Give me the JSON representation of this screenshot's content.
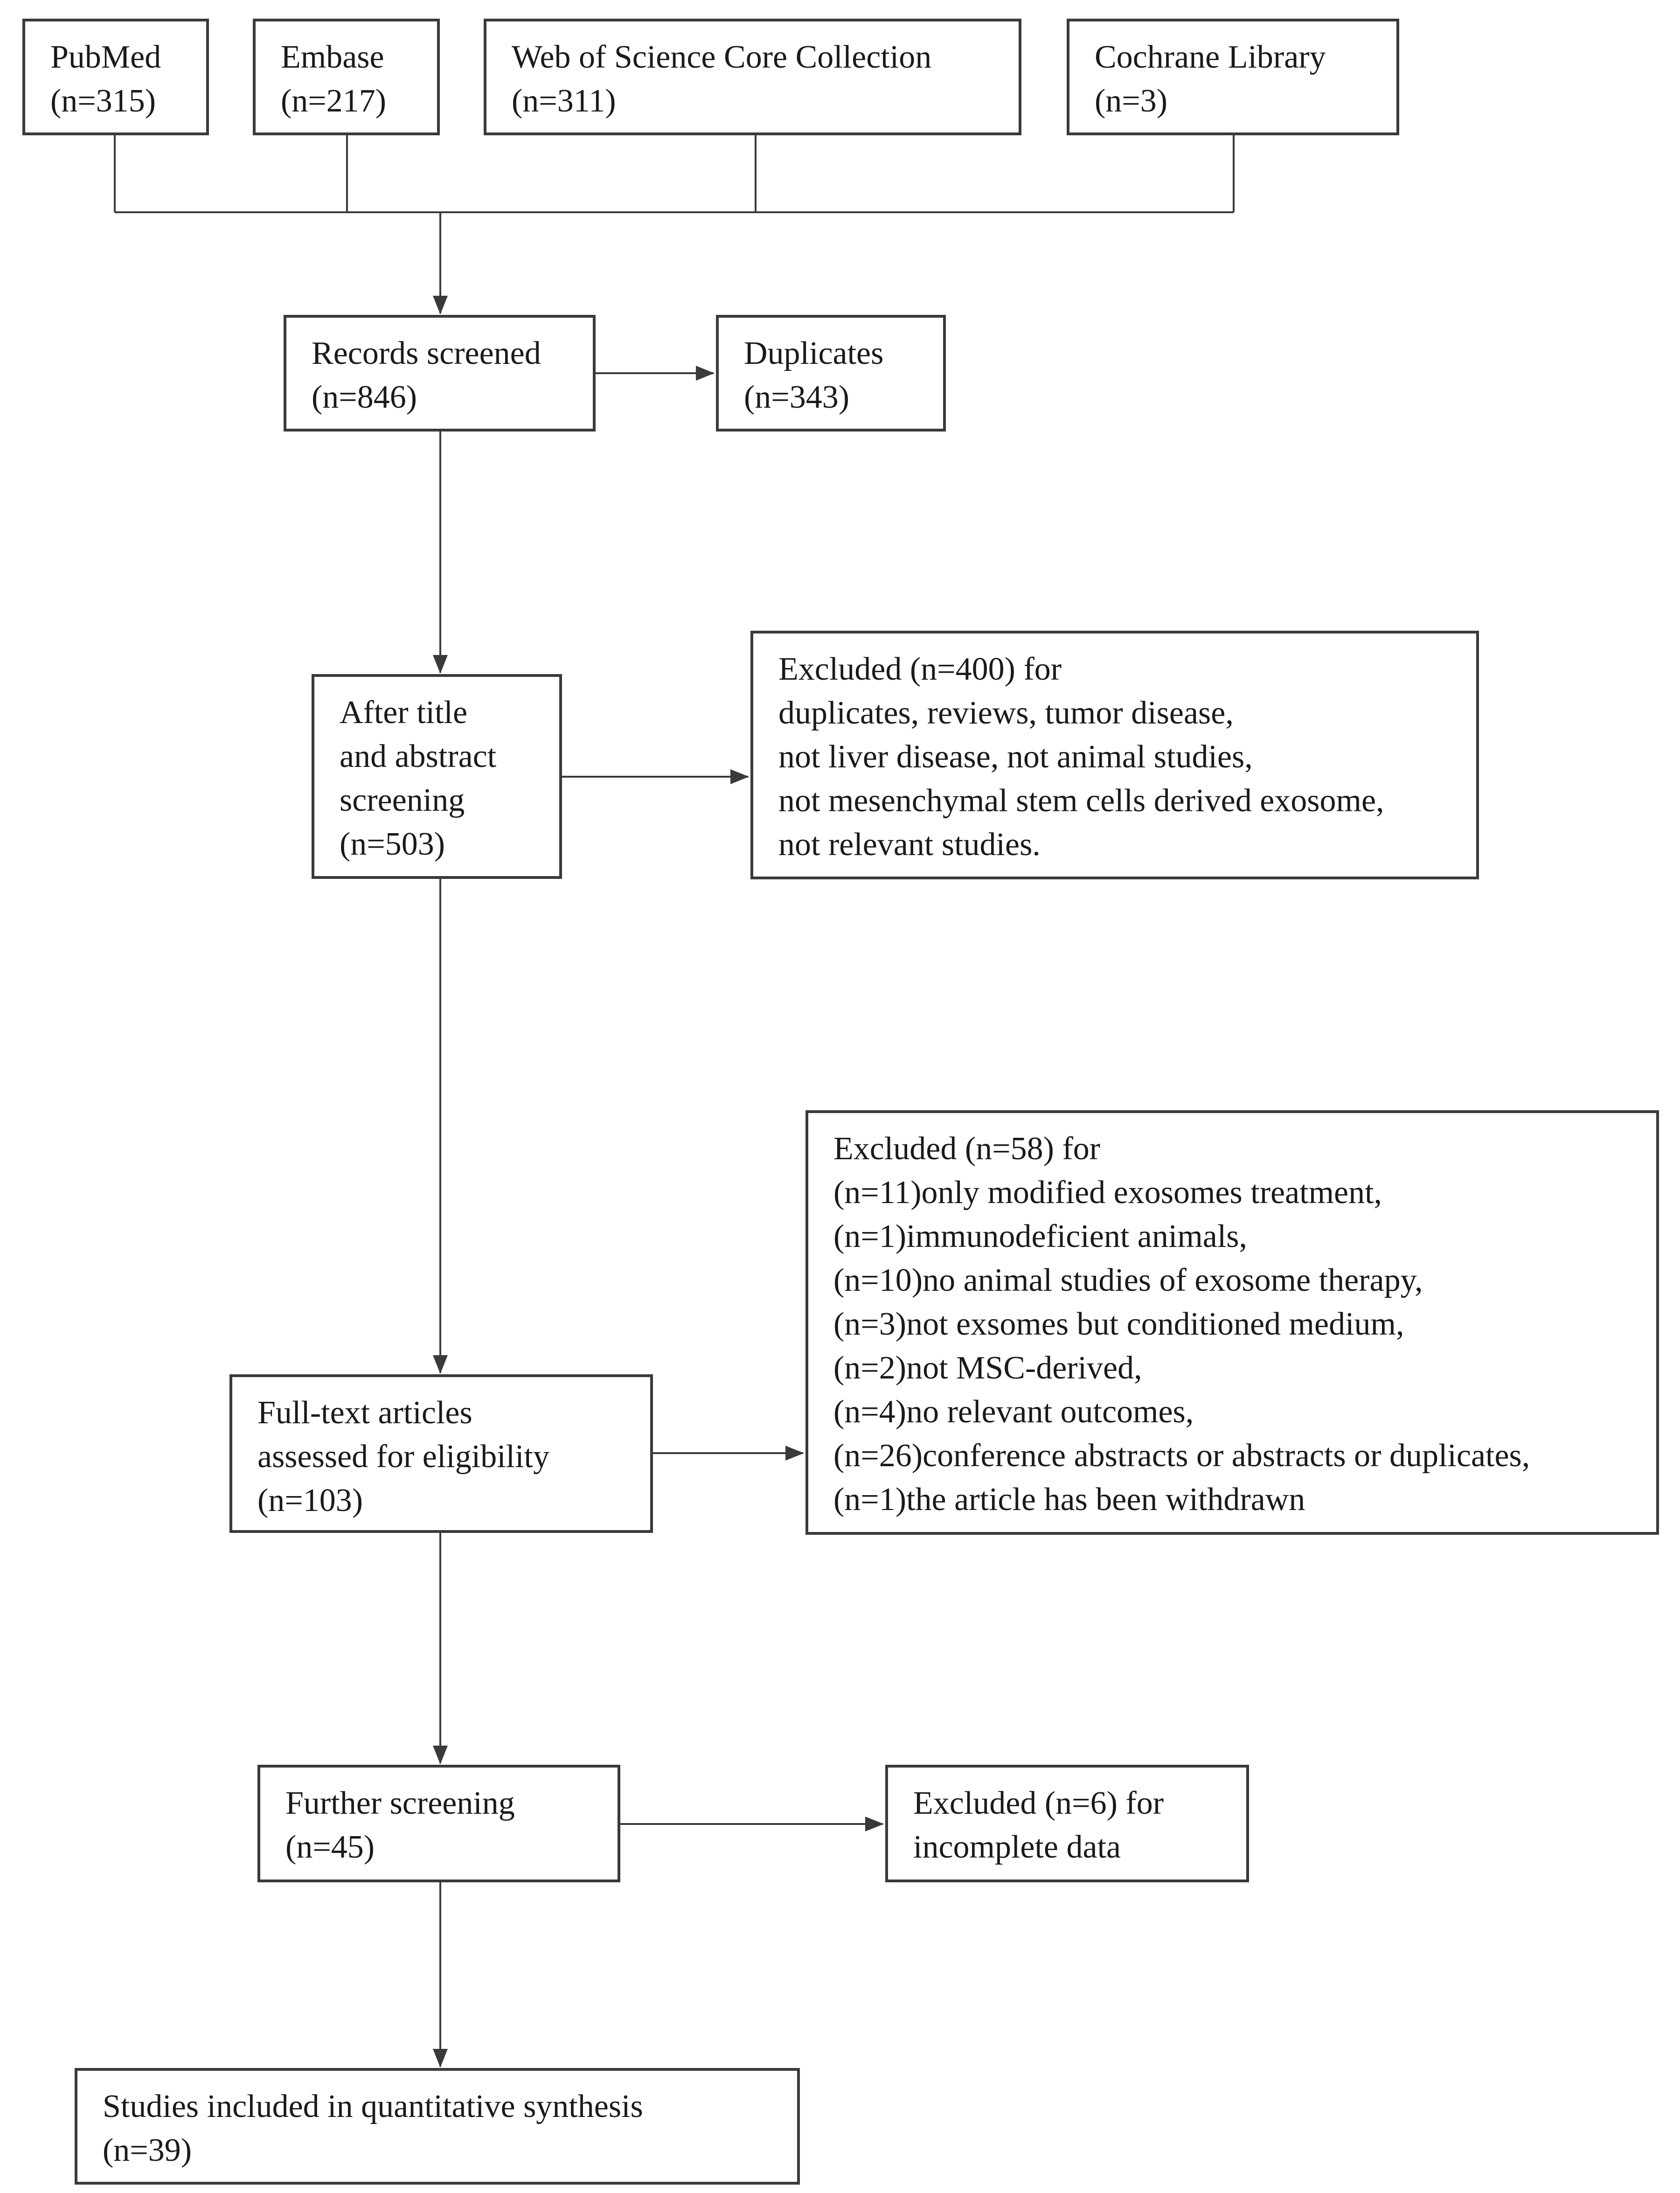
{
  "sources": [
    {
      "name": "PubMed",
      "count": "(n=315)"
    },
    {
      "name": "Embase",
      "count": "(n=217)"
    },
    {
      "name": "Web of Science Core Collection",
      "count": "(n=311)"
    },
    {
      "name": "Cochrane Library",
      "count": "(n=3)"
    }
  ],
  "records_screened": {
    "label": "Records screened",
    "count": "(n=846)"
  },
  "duplicates": {
    "label": "Duplicates",
    "count": "(n=343)"
  },
  "title_abstract": {
    "lines": [
      "After title",
      "and abstract",
      "screening",
      "(n=503)"
    ]
  },
  "excluded_first": {
    "lines": [
      "Excluded (n=400) for",
      "duplicates, reviews, tumor disease,",
      "not liver disease, not animal studies,",
      "not mesenchymal stem cells derived exosome,",
      "not relevant studies."
    ]
  },
  "full_text": {
    "lines": [
      "Full-text articles",
      "assessed for eligibility",
      "(n=103)"
    ]
  },
  "excluded_second": {
    "lines": [
      "Excluded (n=58) for",
      "(n=11)only modified exosomes treatment,",
      "(n=1)immunodeficient animals,",
      "(n=10)no animal studies of exosome therapy,",
      "(n=3)not exsomes but conditioned medium,",
      "(n=2)not MSC-derived,",
      "(n=4)no relevant outcomes,",
      "(n=26)conference abstracts or abstracts or duplicates,",
      "(n=1)the article has been withdrawn"
    ]
  },
  "further_screening": {
    "label": "Further screening",
    "count": "(n=45)"
  },
  "excluded_third": {
    "lines": [
      "Excluded (n=6) for",
      "incomplete data"
    ]
  },
  "included": {
    "label": "Studies included in quantitative synthesis",
    "count": "(n=39)"
  }
}
